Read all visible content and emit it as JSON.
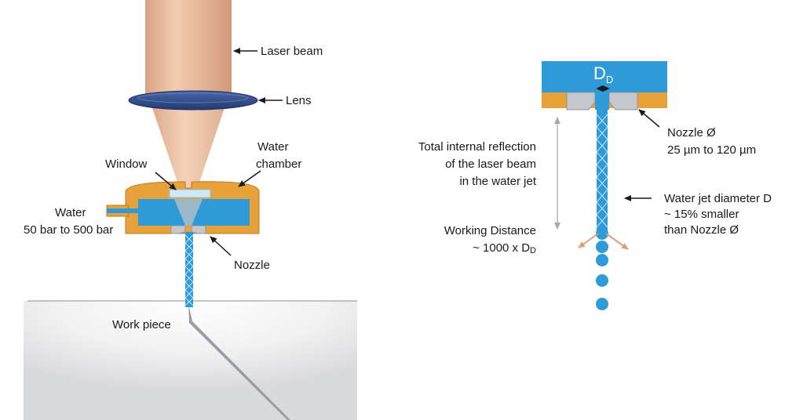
{
  "left": {
    "laser_beam": "Laser beam",
    "lens": "Lens",
    "water_chamber_line1": "Water",
    "water_chamber_line2": "chamber",
    "window": "Window",
    "water_line1": "Water",
    "water_line2": "50 bar to 500 bar",
    "nozzle": "Nozzle",
    "work_piece": "Work piece"
  },
  "right": {
    "dd_main": "D",
    "dd_sub": "D",
    "tir_line1": "Total internal reflection",
    "tir_line2": "of the laser beam",
    "tir_line3": "in the water jet",
    "wd_line1": "Working Distance",
    "wd_line2_prefix": "~ 1000 x D",
    "wd_line2_sub": "D",
    "nozzle_line1": "Nozzle Ø",
    "nozzle_line2": "25 µm to 120 µm",
    "jet_line1": "Water jet diameter D",
    "jet_line2": "~ 15% smaller",
    "jet_line3": "than Nozzle Ø"
  },
  "colors": {
    "beam": "#e8b998",
    "lens": "#2f4a8c",
    "chamber_orange": "#e8a23a",
    "water_blue": "#2e9ad8",
    "nozzle_grey": "#c4c7cb",
    "arrow_tan": "#d9a27e"
  }
}
